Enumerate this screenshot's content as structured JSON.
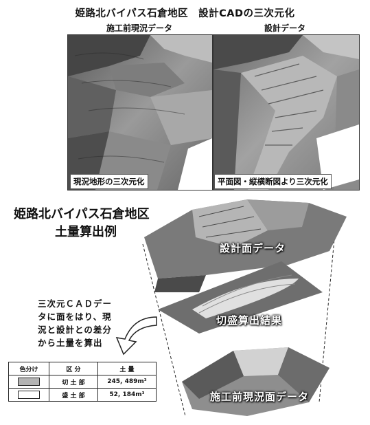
{
  "header": {
    "title": "姫路北バイパス石倉地区　設計CADの三次元化",
    "left_caption": "施工前現況データ",
    "right_caption": "設計データ"
  },
  "photos": {
    "left_label": "現況地形の三次元化",
    "right_label": "平面図・縦横断図より三次元化"
  },
  "section": {
    "title_line1": "姫路北バイパス石倉地区",
    "title_line2": "土量算出例"
  },
  "layers": {
    "top": "設計面データ",
    "middle": "切盛算出結果",
    "bottom": "施工前現況面データ"
  },
  "note": {
    "lines": [
      "三次元ＣＡＤデー",
      "タに面をはり、現",
      "況と設計との差分",
      "から土量を算出"
    ]
  },
  "table": {
    "headers": [
      "色分け",
      "区 分",
      "土 量"
    ],
    "rows": [
      {
        "label": "切 土 部",
        "value": "245, 489m³",
        "swatch": "#b4b4b4"
      },
      {
        "label": "盛 土 部",
        "value": "52, 184m³",
        "swatch": "#ffffff"
      }
    ]
  },
  "colors": {
    "terrain_dark": "#3a3a3a",
    "terrain_mid": "#8c8c8c",
    "terrain_light": "#d0d0d0"
  }
}
